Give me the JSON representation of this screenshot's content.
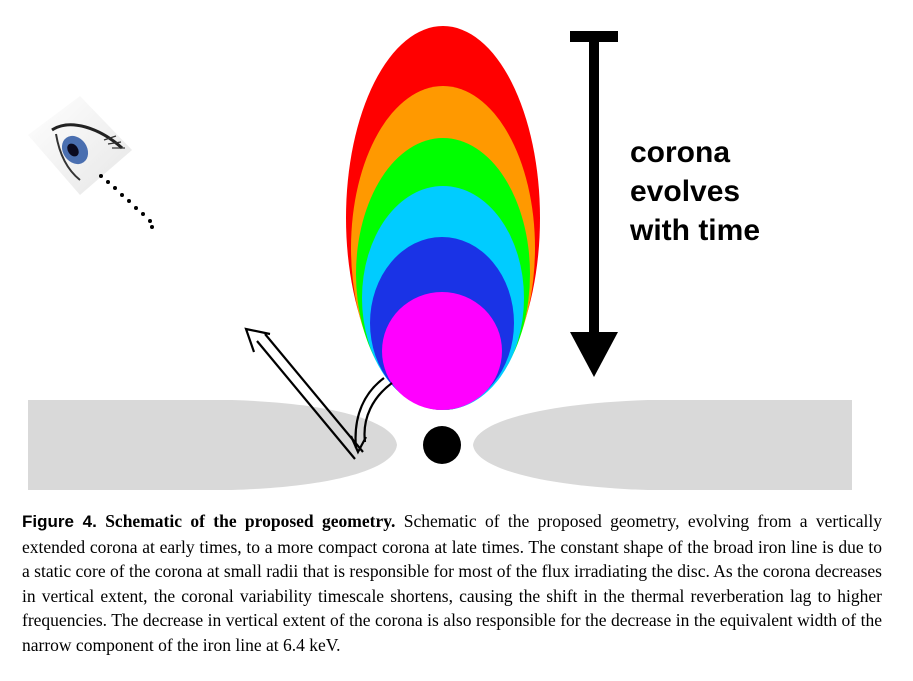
{
  "figure": {
    "label_lines": [
      "corona",
      "evolves",
      "with time"
    ],
    "colors": {
      "disc": "#d9d9d9",
      "corona_layers": [
        "#ff0000",
        "#ff9900",
        "#00ff00",
        "#00ccff",
        "#1a33e6",
        "#ff00ff"
      ],
      "black_hole": "#000000"
    }
  },
  "caption": {
    "label": "Figure 4.",
    "title": "Schematic of the proposed geometry.",
    "body": "Schematic of the proposed geometry, evolving from a vertically extended corona at early times, to a more compact corona at late times. The constant shape of the broad iron line is due to a static core of the corona at small radii that is responsible for most of the flux irradiating the disc. As the corona decreases in vertical extent, the coronal variability timescale shortens, causing the shift in the thermal reverberation lag to higher frequencies. The decrease in vertical extent of the corona is also responsible for the decrease in the equivalent width of the narrow component of the iron line at 6.4 keV."
  }
}
